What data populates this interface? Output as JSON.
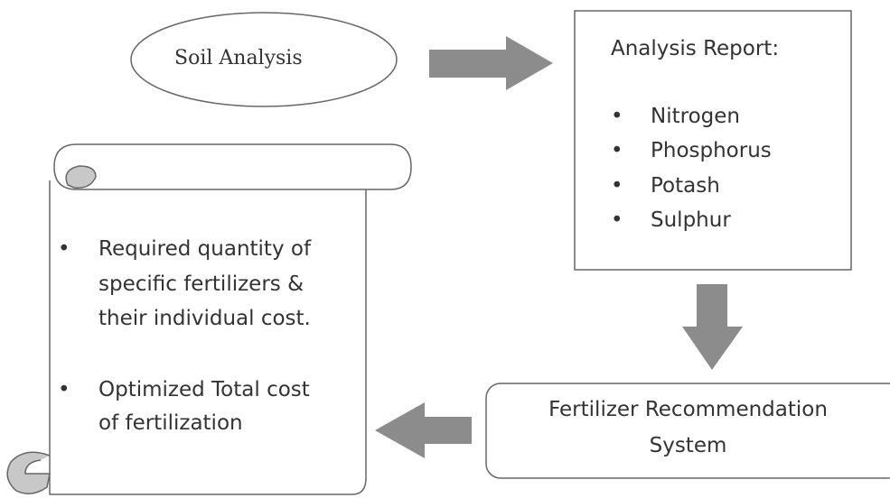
{
  "soil_analysis": {
    "label": "Soil Analysis"
  },
  "analysis_report": {
    "title": "Analysis Report:",
    "items": [
      "Nitrogen",
      "Phosphorus",
      "Potash",
      "Sulphur"
    ]
  },
  "recommendation_system": {
    "line1": "Fertilizer Recommendation",
    "line2": "System"
  },
  "output_scroll": {
    "items": [
      {
        "lines": [
          "Required quantity of",
          "specific fertilizers &",
          "their individual cost."
        ]
      },
      {
        "lines": [
          "Optimized Total cost",
          "of fertilization"
        ]
      }
    ]
  },
  "colors": {
    "arrow": "#8c8c8c",
    "stroke": "#6a6a6a",
    "curl_fill": "#c8c8c8"
  }
}
